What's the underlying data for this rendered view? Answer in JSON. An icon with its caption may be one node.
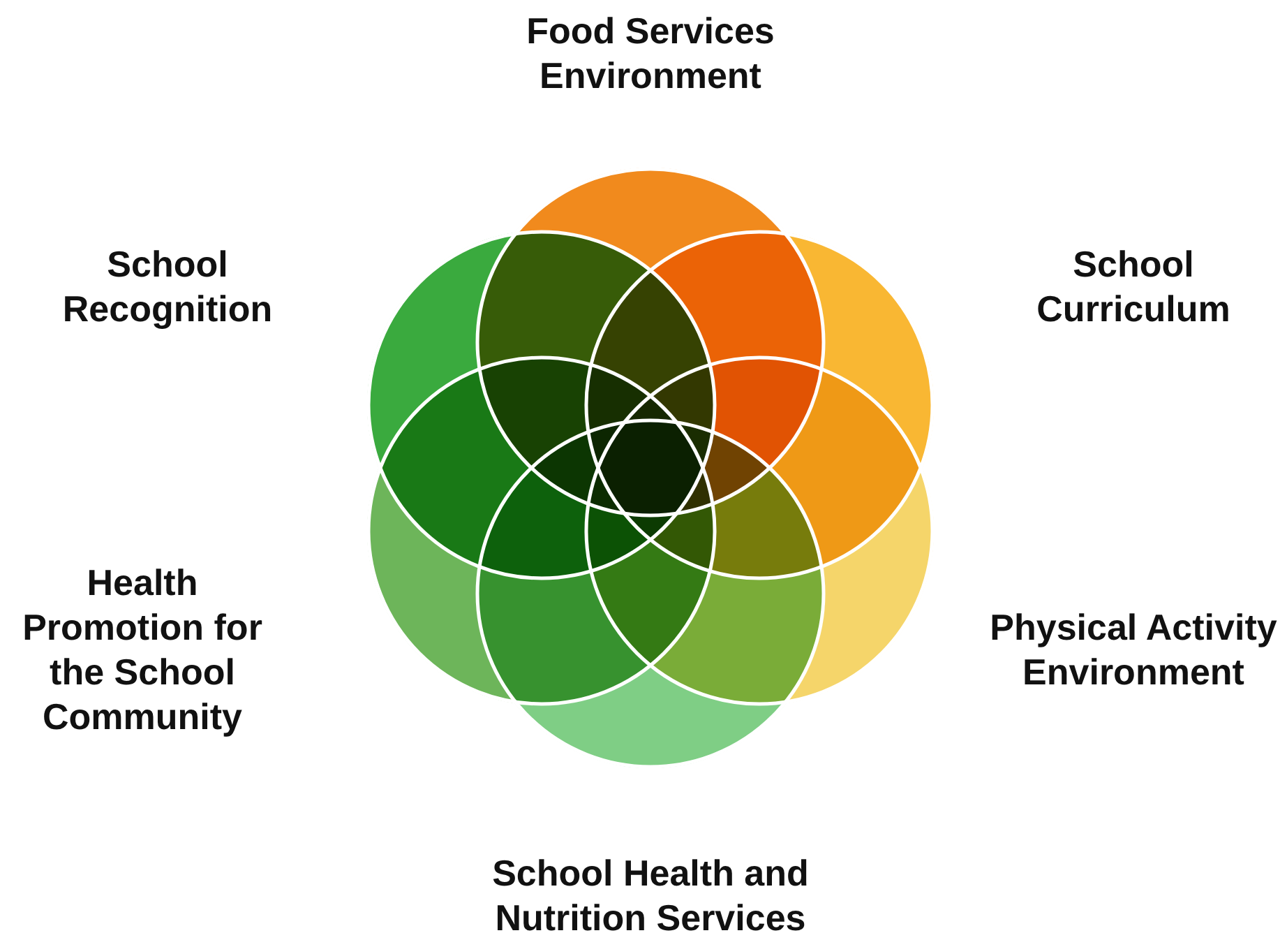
{
  "diagram": {
    "nodes": [
      {
        "text": [
          "Food Services Environment"
        ]
      },
      {
        "text": [
          "School Curriculum"
        ]
      },
      {
        "text": [
          "Physical Activity Environment"
        ]
      },
      {
        "text": [
          "School Health and Nutrition Services"
        ]
      },
      {
        "text": [
          "Health Promotion for the School Community"
        ]
      },
      {
        "text": [
          "School Recognition"
        ]
      }
    ]
  }
}
